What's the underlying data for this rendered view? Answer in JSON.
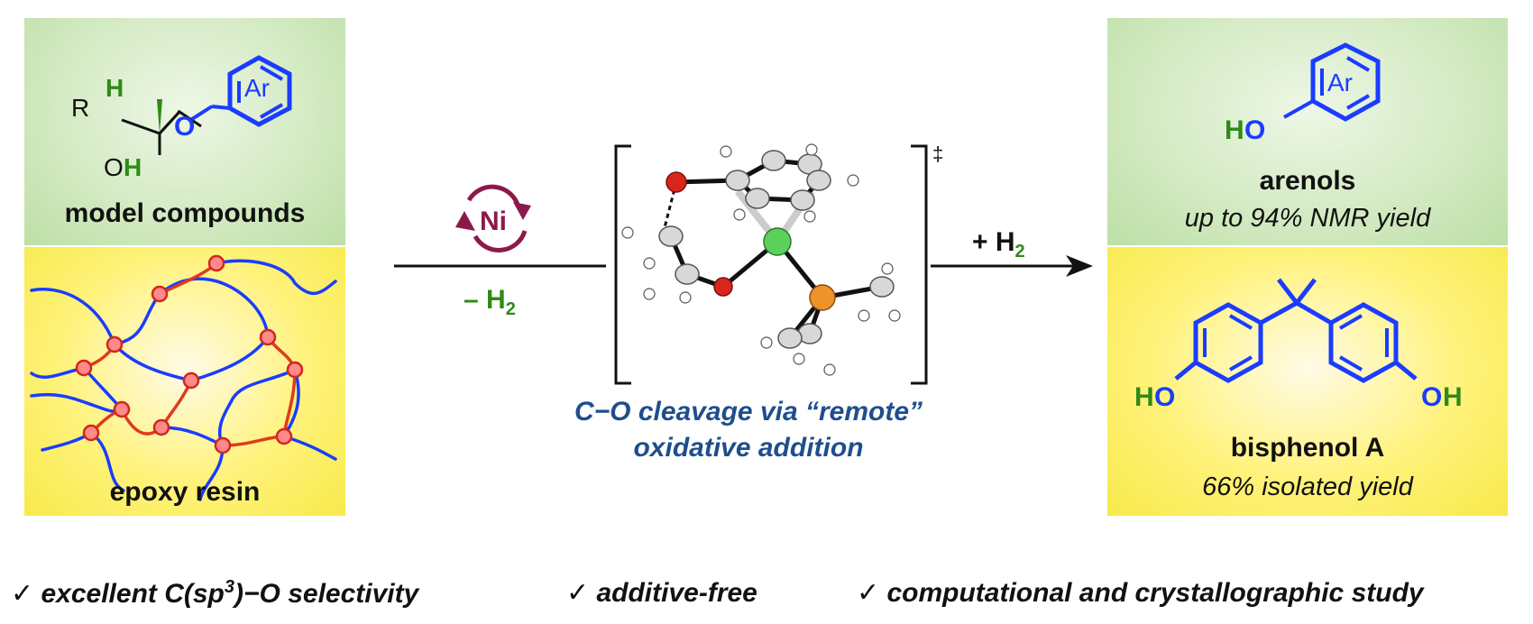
{
  "left": {
    "top_label": "model compounds",
    "bottom_label": "epoxy resin",
    "atom_R": "R",
    "atom_H": "H",
    "atom_O_link": "O",
    "atom_OH_O": "O",
    "atom_OH_H": "H",
    "ring_label": "Ar"
  },
  "middle": {
    "catalyst": "Ni",
    "below_arrow": "– H",
    "below_arrow_sub": "2",
    "above_arrow": "+ H",
    "above_arrow_sub": "2",
    "ts_mark": "‡",
    "caption_line1": "C−O cleavage via “remote”",
    "caption_line2": "oxidative addition"
  },
  "right": {
    "top_label": "arenols",
    "top_yield": "up to 94% NMR yield",
    "bottom_label": "bisphenol A",
    "bottom_yield": "66% isolated yield",
    "ring_label": "Ar",
    "ho_H": "H",
    "ho_O": "O",
    "bpa_left_H": "H",
    "bpa_left_O": "O",
    "bpa_right_O": "O",
    "bpa_right_H": "H"
  },
  "footer": {
    "item1_prefix": "✓ excellent C(sp",
    "item1_sup": "3",
    "item1_suffix": ")−O selectivity",
    "item2": "✓ additive-free",
    "item3": "✓ computational and crystallographic study"
  },
  "colors": {
    "green": "#3a8a1e",
    "blue": "#1a3cff",
    "red_link": "#e03a1e",
    "ni_cycle": "#8b1a4a",
    "caption_blue": "#1f4e8c"
  }
}
